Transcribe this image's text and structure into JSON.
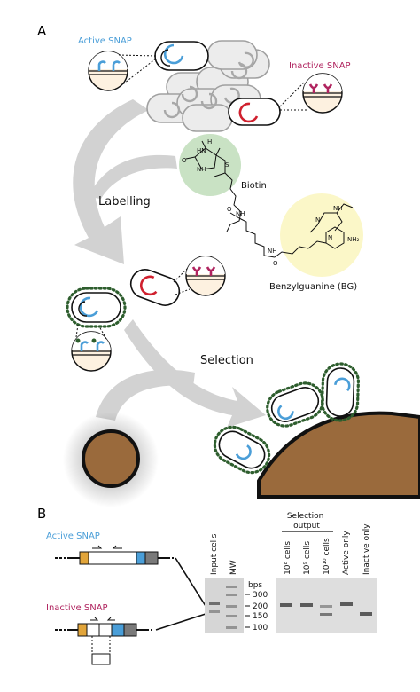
{
  "panel_a": {
    "letter": "A",
    "active_snap": "Active SNAP",
    "inactive_snap": "Inactive SNAP",
    "labelling": "Labelling",
    "selection": "Selection",
    "biotin": "Biotin",
    "bg": "Benzylguanine (BG)",
    "chem": {
      "o": "O",
      "hn": "HN",
      "nh": "NH",
      "h": "H",
      "s": "S",
      "n": "N",
      "nh2": "NH₂",
      "o2": "O"
    }
  },
  "panel_b": {
    "letter": "B",
    "active_snap": "Active SNAP",
    "inactive_snap": "Inactive SNAP",
    "lane_input": "Input cells",
    "lane_mw": "MW",
    "bps": "bps",
    "ticks": [
      "300",
      "200",
      "150",
      "100"
    ],
    "selection_output": "Selection output",
    "lane_10_8": "10⁸ cells",
    "lane_10_9": "10⁹ cells",
    "lane_10_10": "10¹⁰ cells",
    "lane_active": "Active only",
    "lane_inactive": "Inactive only"
  },
  "colors": {
    "active_blue": "#4a9ed8",
    "inactive_red": "#d0202e",
    "magenta": "#b0245f",
    "bead_brown": "#9a6a3c",
    "biotin_green": "#c9e2c4",
    "bg_yellow": "#fbf7c8",
    "streptavidin_green": "#2e5e2e",
    "label_blue": "#4a9ed8",
    "label_magenta": "#b0245f",
    "promoter_orange": "#e2a53a",
    "grey_block": "#7a7a7a"
  }
}
